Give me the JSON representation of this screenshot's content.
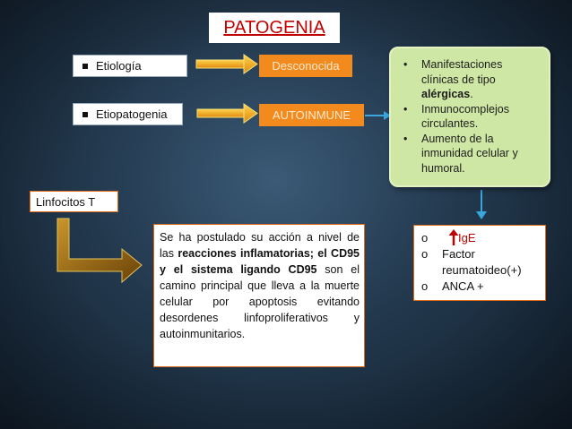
{
  "title": "PATOGENIA",
  "rows": [
    {
      "label": "Etiología",
      "value": "Desconocida"
    },
    {
      "label": "Etiopatogenia",
      "value": "AUTOINMUNE"
    }
  ],
  "manifestations": {
    "items": [
      {
        "text": "Manifestaciones clínicas de tipo ",
        "bold": "alérgicas",
        "suffix": "."
      },
      {
        "text": "Inmunocomplejos circulantes.",
        "bold": "",
        "suffix": ""
      },
      {
        "text": "Aumento de la inmunidad celular y humoral.",
        "bold": "",
        "suffix": ""
      }
    ]
  },
  "linfocitos": {
    "label": "Linfocitos T"
  },
  "postulado": {
    "part1": "Se ha postulado su acción a nivel de las ",
    "bold1": "reacciones inflamatorias; el CD95 y el sistema ligando CD95",
    "part2": " son el camino principal que lleva a la muerte celular por apoptosis evitando desordenes linfoproliferativos y autoinmunitarios."
  },
  "findings": {
    "marker": "o",
    "items": [
      "IgE",
      "Factor reumatoideo(+)",
      "ANCA +"
    ],
    "up_arrow_color": "#c00000"
  },
  "colors": {
    "orange": "#f28a1e",
    "green_box": "#cfe7a4",
    "arrow_blue": "#3aa6dd",
    "title_red": "#c00000"
  }
}
